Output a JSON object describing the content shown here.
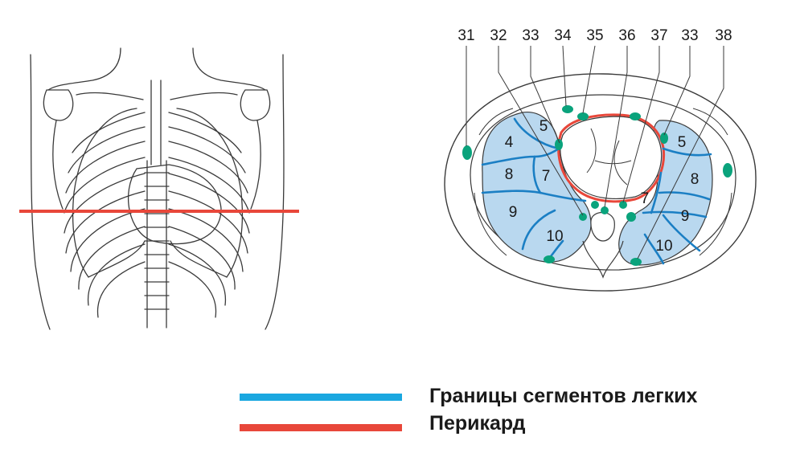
{
  "callouts": [
    {
      "id": "31",
      "label": "31"
    },
    {
      "id": "32",
      "label": "32"
    },
    {
      "id": "33a",
      "label": "33"
    },
    {
      "id": "34",
      "label": "34"
    },
    {
      "id": "35",
      "label": "35"
    },
    {
      "id": "36",
      "label": "36"
    },
    {
      "id": "37",
      "label": "37"
    },
    {
      "id": "33b",
      "label": "33"
    },
    {
      "id": "38",
      "label": "38"
    }
  ],
  "segments": {
    "right_lung": [
      "5",
      "4",
      "8",
      "7",
      "9",
      "10"
    ],
    "left_lung": [
      "5",
      "8",
      "7",
      "9",
      "10"
    ]
  },
  "legend": [
    {
      "label": "Границы сегментов легких",
      "color": "#1aa7e0"
    },
    {
      "label": "Перикард",
      "color": "#e8473a"
    }
  ],
  "colors": {
    "cut_line": "#e8473a",
    "lung_fill": "#b9d8ef",
    "segment_border": "#1b7fc4",
    "pericardium": "#e8473a",
    "lymph_node": "#0aa37c",
    "outline": "#3a3a3a"
  }
}
